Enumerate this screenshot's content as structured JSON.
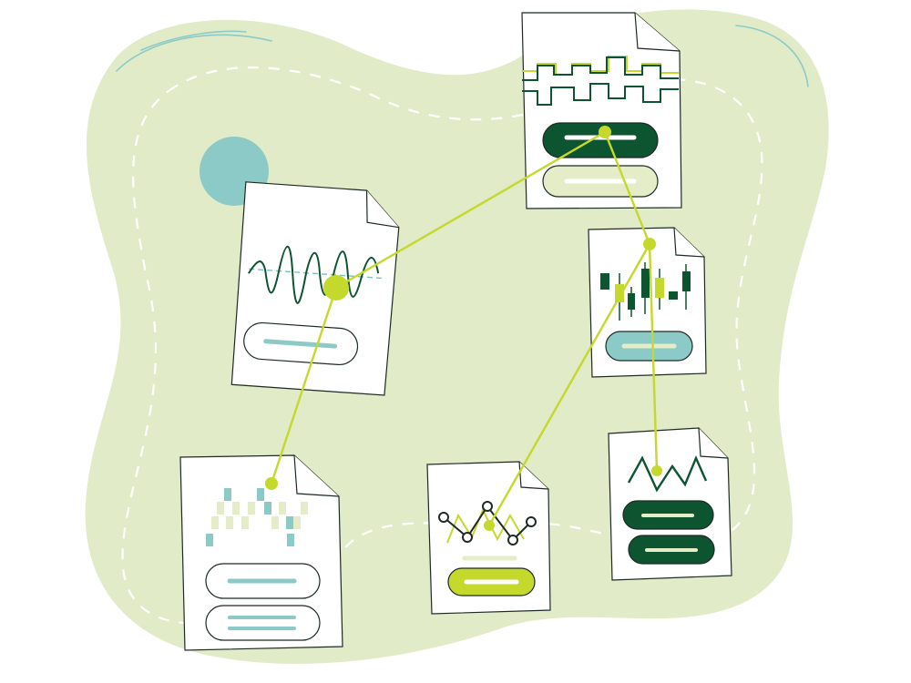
{
  "colors": {
    "background": "#ffffff",
    "blob": "#e1ebc7",
    "dash": "#ffffff",
    "teal": "#8ccac7",
    "teal_line": "#78c1c3",
    "dark_green": "#0d5431",
    "lime": "#c5d82c",
    "pale_lime": "#e4ecc8",
    "outline": "#1e2a24",
    "card": "#ffffff"
  },
  "cards": [
    {
      "id": "waveform-document",
      "icon": "sine-wave-chart",
      "pills": [
        "teal-bar-pill"
      ]
    },
    {
      "id": "square-wave-document",
      "icon": "square-wave-chart",
      "pills": [
        "dark-green-pill",
        "pale-lime-pill"
      ]
    },
    {
      "id": "candlestick-document",
      "icon": "candlestick-chart",
      "pills": [
        "teal-filled-pill"
      ]
    },
    {
      "id": "heatmap-document",
      "icon": "heatmap-grid",
      "pills": [
        "outlined-pill",
        "outlined-double-line-pill"
      ]
    },
    {
      "id": "line-chart-document",
      "icon": "node-line-chart",
      "pills": [
        "lime-pill"
      ]
    },
    {
      "id": "zigzag-document",
      "icon": "zigzag-chart",
      "pills": [
        "dark-green-pill",
        "dark-green-pill"
      ]
    }
  ],
  "connections": [
    [
      "waveform-document",
      "square-wave-document"
    ],
    [
      "waveform-document",
      "heatmap-document"
    ],
    [
      "square-wave-document",
      "candlestick-document"
    ],
    [
      "candlestick-document",
      "line-chart-document"
    ],
    [
      "candlestick-document",
      "zigzag-document"
    ]
  ]
}
